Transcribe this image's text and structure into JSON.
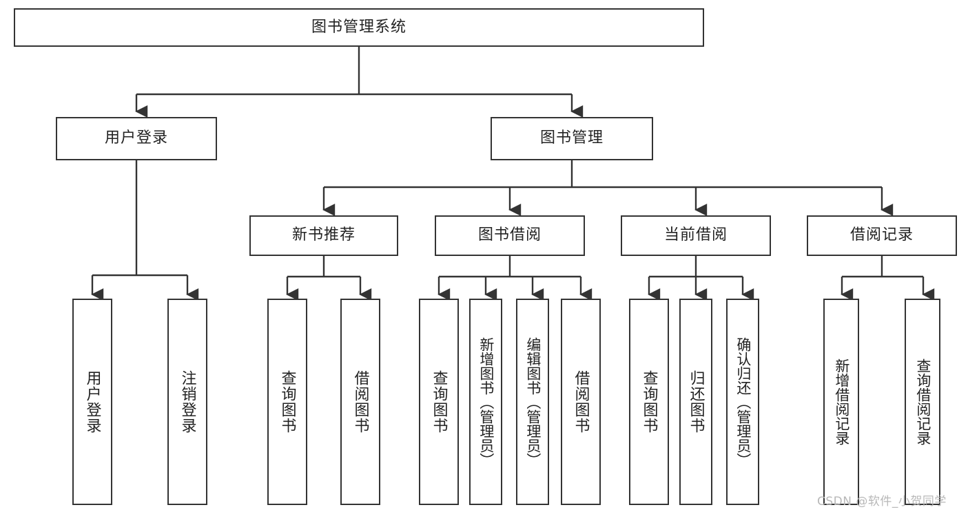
{
  "diagram": {
    "type": "tree-hierarchy-diagram",
    "title": "图书管理系统",
    "root": {
      "id": "root",
      "label": "图书管理系统"
    },
    "level2": [
      {
        "id": "user-login",
        "label": "用户登录"
      },
      {
        "id": "book-manage",
        "label": "图书管理"
      }
    ],
    "level3": [
      {
        "id": "new-book-rec",
        "label": "新书推荐",
        "parent": "book-manage"
      },
      {
        "id": "book-borrow",
        "label": "图书借阅",
        "parent": "book-manage"
      },
      {
        "id": "current-borrow",
        "label": "当前借阅",
        "parent": "book-manage"
      },
      {
        "id": "borrow-record",
        "label": "借阅记录",
        "parent": "book-manage"
      }
    ],
    "leaves": [
      {
        "id": "leaf-user-login",
        "label": "用户登录",
        "parent": "user-login"
      },
      {
        "id": "leaf-logout",
        "label": "注销登录",
        "parent": "user-login"
      },
      {
        "id": "leaf-query-book-1",
        "label": "查询图书",
        "parent": "new-book-rec"
      },
      {
        "id": "leaf-borrow-book-1",
        "label": "借阅图书",
        "parent": "new-book-rec"
      },
      {
        "id": "leaf-query-book-2",
        "label": "查询图书",
        "parent": "book-borrow"
      },
      {
        "id": "leaf-add-book",
        "label": "新增图书（管理员）",
        "parent": "book-borrow"
      },
      {
        "id": "leaf-edit-book",
        "label": "编辑图书（管理员）",
        "parent": "book-borrow"
      },
      {
        "id": "leaf-borrow-book-2",
        "label": "借阅图书",
        "parent": "book-borrow"
      },
      {
        "id": "leaf-query-book-3",
        "label": "查询图书",
        "parent": "current-borrow"
      },
      {
        "id": "leaf-return-book",
        "label": "归还图书",
        "parent": "current-borrow"
      },
      {
        "id": "leaf-confirm-return",
        "label": "确认归还（管理员）",
        "parent": "current-borrow"
      },
      {
        "id": "leaf-add-record",
        "label": "新增借阅记录",
        "parent": "borrow-record"
      },
      {
        "id": "leaf-query-record",
        "label": "查询借阅记录",
        "parent": "borrow-record"
      }
    ]
  },
  "watermark": {
    "text": "CSDN @软件_小贺同学"
  },
  "colors": {
    "stroke": "#333333",
    "text": "#222222",
    "background": "#ffffff",
    "watermark": "#b8b8b8"
  }
}
